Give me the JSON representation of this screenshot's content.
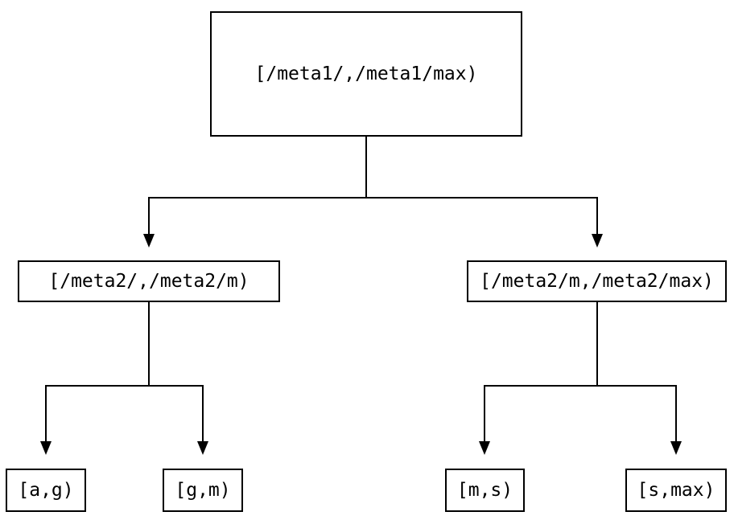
{
  "diagram": {
    "type": "tree",
    "nodes": {
      "root": {
        "label": "[/meta1/,/meta1/max)"
      },
      "meta2_left": {
        "label": "[/meta2/,/meta2/m)"
      },
      "meta2_right": {
        "label": "[/meta2/m,/meta2/max)"
      },
      "ag": {
        "label": "[a,g)"
      },
      "gm": {
        "label": "[g,m)"
      },
      "ms": {
        "label": "[m,s)"
      },
      "smax": {
        "label": "[s,max)"
      }
    },
    "edges": [
      {
        "from": "root",
        "to": "meta2_left"
      },
      {
        "from": "root",
        "to": "meta2_right"
      },
      {
        "from": "meta2_left",
        "to": "ag"
      },
      {
        "from": "meta2_left",
        "to": "gm"
      },
      {
        "from": "meta2_right",
        "to": "ms"
      },
      {
        "from": "meta2_right",
        "to": "smax"
      }
    ],
    "colors": {
      "line": "#000000",
      "box_border": "#000000",
      "box_fill": "#ffffff",
      "background": "#ffffff",
      "text": "#000000"
    }
  }
}
